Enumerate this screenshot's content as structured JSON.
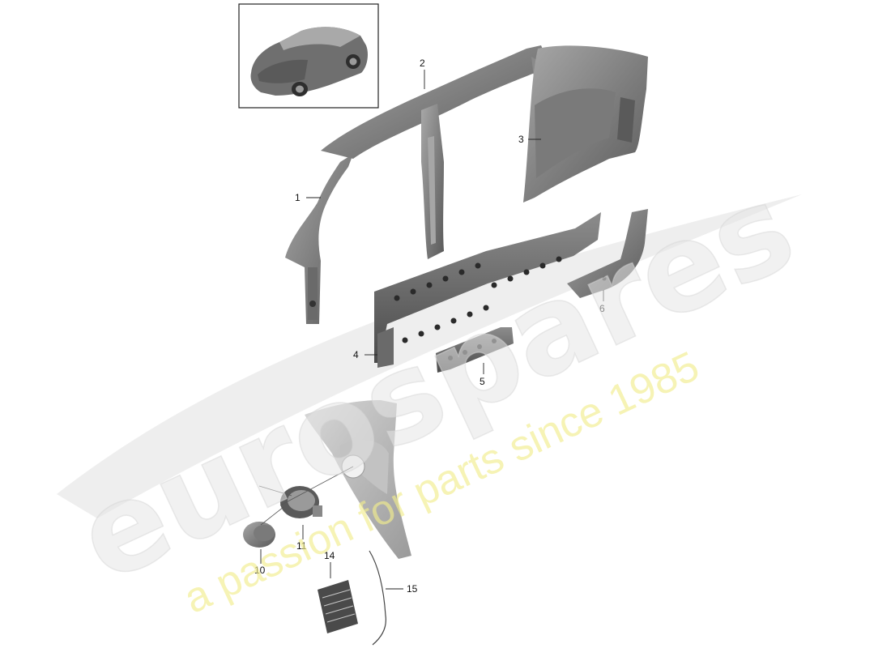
{
  "diagram": {
    "callouts": {
      "p1": "1",
      "p2": "2",
      "p3": "3",
      "p4": "4",
      "p5": "5",
      "p6": "6",
      "p10": "10",
      "p11": "11",
      "p14": "14",
      "p15": "15"
    }
  },
  "watermark": {
    "brand": "eurospares",
    "tagline": "a passion for parts since 1985"
  },
  "colors": {
    "part_fill": "#8a8a8a",
    "part_dark": "#4a4a4a",
    "part_light": "#b5b5b5",
    "watermark_grey": "#e8e8e8",
    "watermark_yellow": "#f4f0a0",
    "frame": "#222222"
  }
}
